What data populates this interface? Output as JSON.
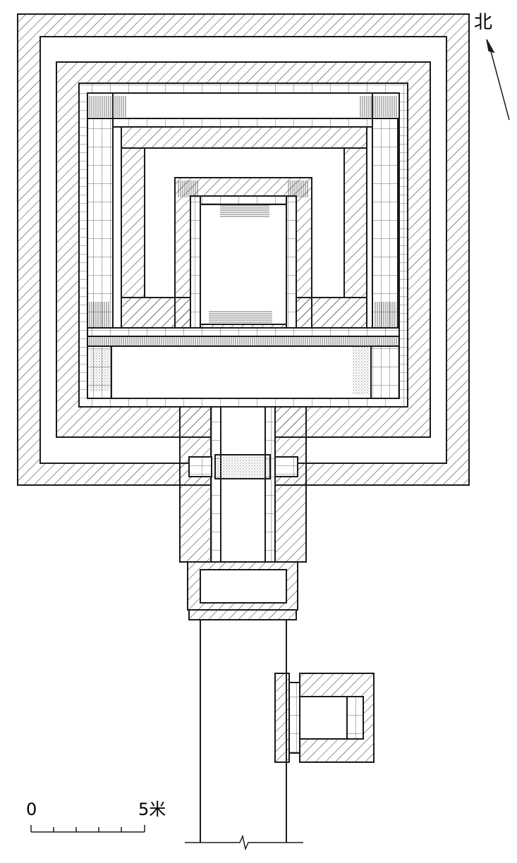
{
  "labels": {
    "north": "北",
    "scale_start": "0",
    "scale_end": "5米"
  },
  "icons": {
    "north_arrow": "north-arrow-icon"
  },
  "colors": {
    "line": "#1a1a1a",
    "hatch": "#2a2a2a",
    "background": "#ffffff"
  }
}
